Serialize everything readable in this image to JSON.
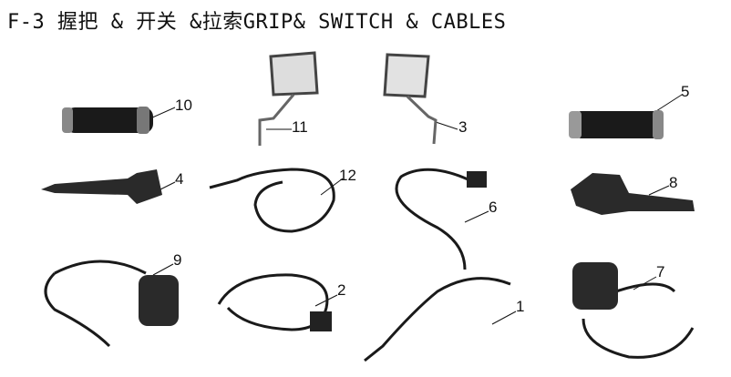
{
  "title": "F-3 握把 & 开关 &拉索GRIP& SWITCH & CABLES",
  "callouts": [
    "1",
    "2",
    "3",
    "4",
    "5",
    "6",
    "7",
    "8",
    "9",
    "10",
    "11",
    "12"
  ]
}
